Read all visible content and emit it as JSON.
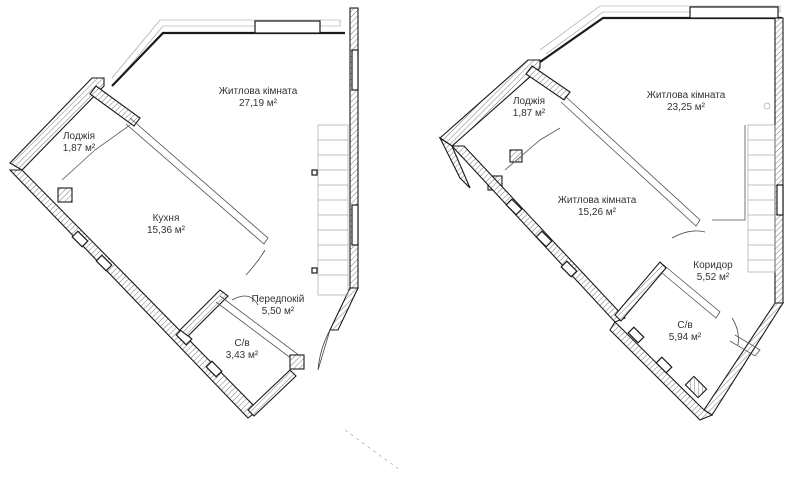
{
  "rooms": [
    {
      "id": "left-living",
      "name": "Житлова кімната",
      "area": "27,19 м²"
    },
    {
      "id": "left-loggia",
      "name": "Лоджія",
      "area": "1,87 м²"
    },
    {
      "id": "left-kitchen",
      "name": "Кухня",
      "area": "15,36 м²"
    },
    {
      "id": "left-hall",
      "name": "Передпокій",
      "area": "5,50 м²"
    },
    {
      "id": "left-bath",
      "name": "С/в",
      "area": "3,43 м²"
    },
    {
      "id": "right-loggia",
      "name": "Лоджія",
      "area": "1,87 м²"
    },
    {
      "id": "right-living1",
      "name": "Житлова кімната",
      "area": "23,25 м²"
    },
    {
      "id": "right-living2",
      "name": "Житлова кімната",
      "area": "15,26 м²"
    },
    {
      "id": "right-corridor",
      "name": "Коридор",
      "area": "5,52 м²"
    },
    {
      "id": "right-bath",
      "name": "С/в",
      "area": "5,94 м²"
    }
  ]
}
